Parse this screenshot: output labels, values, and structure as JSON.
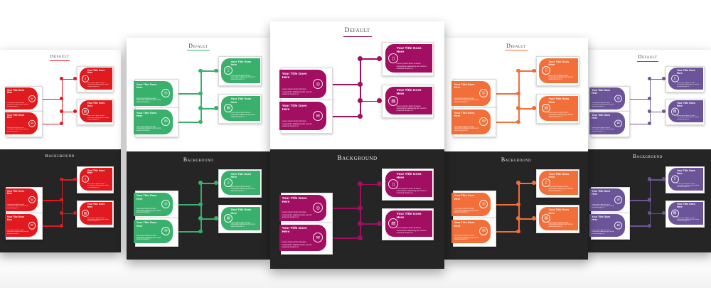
{
  "labels": {
    "top_title": "Default",
    "bottom_title": "Background"
  },
  "card": {
    "title": "Your Title Goes Here",
    "text": "Lorem ipsum dolor sit amet, consectetur adipiscing elit, sed do eiusmod tempor ut."
  },
  "icons": [
    "phone-icon",
    "briefcase-icon",
    "globe-icon",
    "mail-icon"
  ],
  "themes": [
    {
      "name": "red",
      "color": "#e01a1f"
    },
    {
      "name": "green",
      "color": "#39b06b"
    },
    {
      "name": "magenta",
      "color": "#a10e62"
    },
    {
      "name": "orange",
      "color": "#f26f3a"
    },
    {
      "name": "purple",
      "color": "#6b5598"
    }
  ]
}
